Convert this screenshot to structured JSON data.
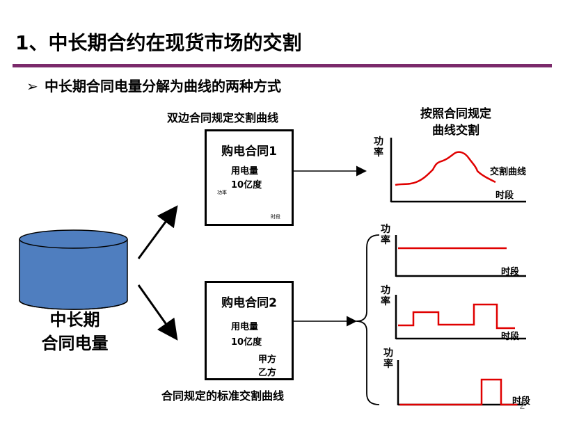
{
  "header": {
    "title": "1、中长期合约在现货市场的交割",
    "bullet": "中长期合同电量分解为曲线的两种方式"
  },
  "source": {
    "line1": "中长期",
    "line2": "合同电量"
  },
  "top_path": {
    "caption": "双边合同规定交割曲线",
    "contract": {
      "title": "购电合同1",
      "energy_line1": "用电量",
      "energy_line2": "10亿度",
      "mini_y": "功率",
      "mini_x": "时段"
    },
    "result_caption_line1": "按照合同规定",
    "result_caption_line2": "曲线交割",
    "chart": {
      "y_label": "功率",
      "x_label": "时段",
      "curve_label": "交割曲线"
    }
  },
  "bottom_path": {
    "caption": "合同规定的标准交割曲线",
    "contract": {
      "title": "购电合同2",
      "energy_line1": "用电量",
      "energy_line2": "10亿度",
      "party_a": "甲方",
      "party_b": "乙方"
    },
    "charts": [
      {
        "y_label": "功率",
        "x_label": "时段"
      },
      {
        "y_label": "功率",
        "x_label": "时段"
      },
      {
        "y_label": "功率",
        "x_label": "时段"
      }
    ]
  },
  "page_number": "2",
  "colors": {
    "accent_rule": "#7b2a6b",
    "cylinder": "#4f7ebf",
    "curve": "#e00000"
  }
}
